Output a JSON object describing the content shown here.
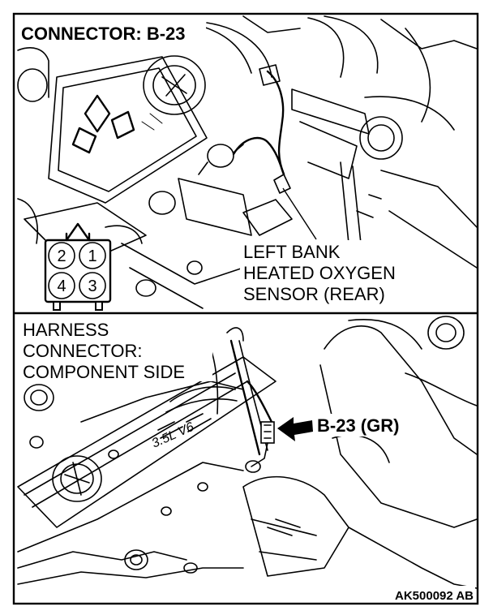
{
  "figure": {
    "connector_title": "CONNECTOR: B-23",
    "sensor_label": [
      "LEFT BANK",
      "HEATED OXYGEN",
      "SENSOR (REAR)"
    ],
    "harness_label": [
      "HARNESS",
      "CONNECTOR:",
      "COMPONENT SIDE"
    ],
    "callout_label": "B-23 (GR)",
    "figure_code": "AK500092 AB",
    "engine_marking": "3.5L V6"
  },
  "connector_pins": [
    {
      "number": "2"
    },
    {
      "number": "1"
    },
    {
      "number": "4"
    },
    {
      "number": "3"
    }
  ],
  "icons": [
    "arrow-icon",
    "connector-face-icon",
    "leader-line"
  ]
}
